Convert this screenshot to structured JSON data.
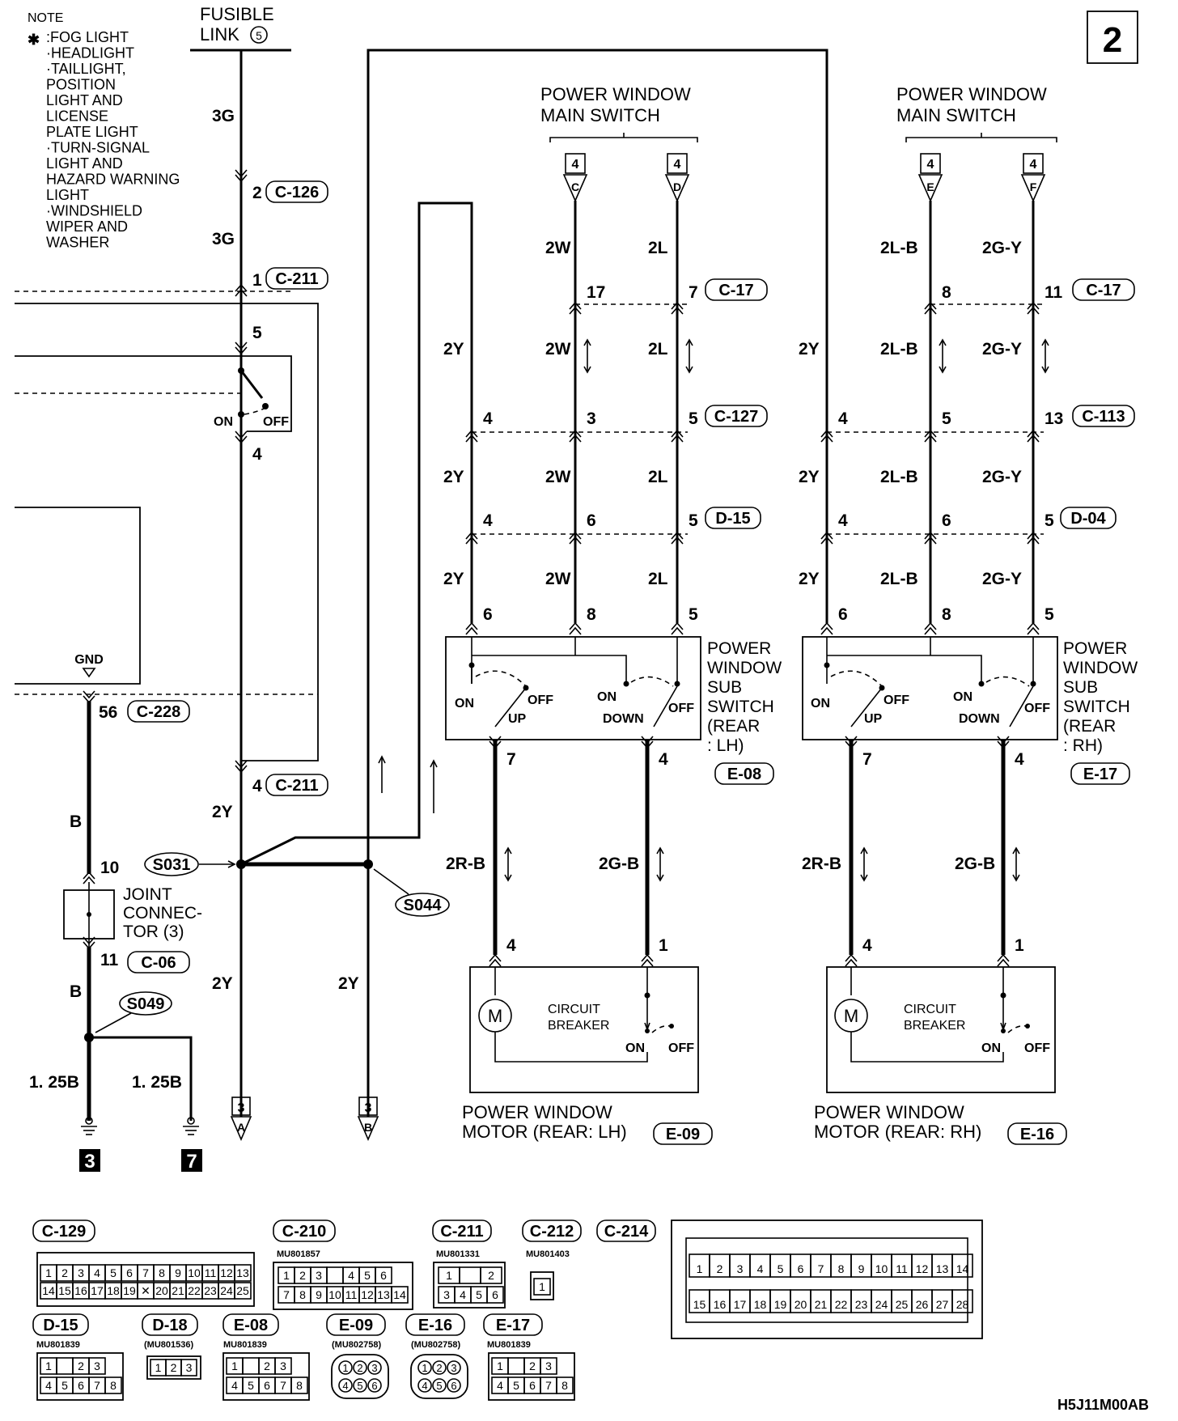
{
  "page_number": "2",
  "note": {
    "title": "NOTE",
    "star": "✱",
    "lines": [
      ":FOG LIGHT",
      "·HEADLIGHT",
      "·TAILLIGHT,",
      "POSITION",
      "LIGHT AND",
      "LICENSE",
      "PLATE LIGHT",
      "·TURN-SIGNAL",
      "LIGHT AND",
      "HAZARD WARNING",
      "LIGHT",
      "·WINDSHIELD",
      "WIPER AND",
      "WASHER"
    ]
  },
  "fusible_link": {
    "line1": "FUSIBLE",
    "line2": "LINK",
    "num": "5"
  },
  "main_switch_label": {
    "line1": "POWER WINDOW",
    "line2": "MAIN SWITCH"
  },
  "terminals_top": {
    "left": [
      {
        "page": "4",
        "letter": "C"
      },
      {
        "page": "4",
        "letter": "D"
      }
    ],
    "right": [
      {
        "page": "4",
        "letter": "E"
      },
      {
        "page": "4",
        "letter": "F"
      }
    ]
  },
  "wire_colors": {
    "w3g": "3G",
    "w2y": "2Y",
    "w2w": "2W",
    "w2l": "2L",
    "w2lb": "2L-B",
    "w2gy": "2G-Y",
    "w2rb": "2R-B",
    "w2gb": "2G-B",
    "wb": "B",
    "w125b": "1. 25B"
  },
  "pins": {
    "p1": "1",
    "p2": "2",
    "p3": "3",
    "p4": "4",
    "p5": "5",
    "p6": "6",
    "p7": "7",
    "p8": "8",
    "p10": "10",
    "p11": "11",
    "p13": "13",
    "p17": "17",
    "p56": "56"
  },
  "connectors": {
    "c126": "C-126",
    "c211": "C-211",
    "c17": "C-17",
    "c127": "C-127",
    "c113": "C-113",
    "d15": "D-15",
    "d04": "D-04",
    "c228": "C-228",
    "c06": "C-06",
    "e08": "E-08",
    "e17": "E-17",
    "e09": "E-09",
    "e16": "E-16"
  },
  "switch_states": {
    "on": "ON",
    "off": "OFF",
    "up": "UP",
    "down": "DOWN"
  },
  "gnd_label": "GND",
  "splices": {
    "s031": "S031",
    "s044": "S044",
    "s049": "S049"
  },
  "joint_connector": {
    "line1": "JOINT",
    "line2": "CONNEC-",
    "line3": "TOR (3)"
  },
  "sub_switch_lh": {
    "line1": "POWER",
    "line2": "WINDOW",
    "line3": "SUB",
    "line4": "SWITCH",
    "line5": "(REAR",
    "line6": ": LH)"
  },
  "sub_switch_rh": {
    "line1": "POWER",
    "line2": "WINDOW",
    "line3": "SUB",
    "line4": "SWITCH",
    "line5": "(REAR",
    "line6": ": RH)"
  },
  "motor_lh": {
    "line1": "POWER WINDOW",
    "line2": "MOTOR (REAR: LH)"
  },
  "motor_rh": {
    "line1": "POWER WINDOW",
    "line2": "MOTOR (REAR: RH)"
  },
  "circuit_breaker": {
    "line1": "CIRCUIT",
    "line2": "BREAKER",
    "m": "M"
  },
  "ground_nums": {
    "g3": "3",
    "g7": "7"
  },
  "terminals_bottom": [
    {
      "page": "3",
      "letter": "A"
    },
    {
      "page": "3",
      "letter": "B"
    }
  ],
  "connector_views": {
    "c129": {
      "id": "C-129",
      "row1": [
        "1",
        "2",
        "3",
        "4",
        "5",
        "6",
        "7",
        "8",
        "9",
        "10",
        "11",
        "12",
        "13"
      ],
      "row2": [
        "14",
        "15",
        "16",
        "17",
        "18",
        "19",
        "✕",
        "20",
        "21",
        "22",
        "23",
        "24",
        "25"
      ]
    },
    "c210": {
      "id": "C-210",
      "part": "MU801857",
      "row1": [
        "1",
        "2",
        "3",
        "",
        "4",
        "5",
        "6"
      ],
      "row2": [
        "7",
        "8",
        "9",
        "10",
        "11",
        "12",
        "13",
        "14"
      ]
    },
    "c211": {
      "id": "C-211",
      "part": "MU801331",
      "row1": [
        "1",
        "",
        "2"
      ],
      "row2": [
        "3",
        "4",
        "5",
        "6"
      ]
    },
    "c212": {
      "id": "C-212",
      "part": "MU801403",
      "row1": [
        "1"
      ]
    },
    "c214": {
      "id": "C-214",
      "row1": [
        "1",
        "2",
        "3",
        "4",
        "5",
        "6",
        "7",
        "8",
        "9",
        "10",
        "11",
        "12",
        "13",
        "14"
      ],
      "row2": [
        "15",
        "16",
        "17",
        "18",
        "19",
        "20",
        "21",
        "22",
        "23",
        "24",
        "25",
        "26",
        "27",
        "28"
      ]
    },
    "d15": {
      "id": "D-15",
      "part": "MU801839",
      "row1": [
        "1",
        "",
        "2",
        "3"
      ],
      "row2": [
        "4",
        "5",
        "6",
        "7",
        "8"
      ]
    },
    "d18": {
      "id": "D-18",
      "part": "(MU801536)",
      "row1": [
        "1",
        "2",
        "3"
      ]
    },
    "e08": {
      "id": "E-08",
      "part": "MU801839",
      "row1": [
        "1",
        "",
        "2",
        "3"
      ],
      "row2": [
        "4",
        "5",
        "6",
        "7",
        "8"
      ]
    },
    "e09": {
      "id": "E-09",
      "part": "(MU802758)",
      "row1": [
        "1",
        "2",
        "3"
      ],
      "row2": [
        "4",
        "5",
        "6"
      ]
    },
    "e16": {
      "id": "E-16",
      "part": "(MU802758)",
      "row1": [
        "1",
        "2",
        "3"
      ],
      "row2": [
        "4",
        "5",
        "6"
      ]
    },
    "e17": {
      "id": "E-17",
      "part": "MU801839",
      "row1": [
        "1",
        "",
        "2",
        "3"
      ],
      "row2": [
        "4",
        "5",
        "6",
        "7",
        "8"
      ]
    }
  },
  "drawing_code": "H5J11M00AB"
}
